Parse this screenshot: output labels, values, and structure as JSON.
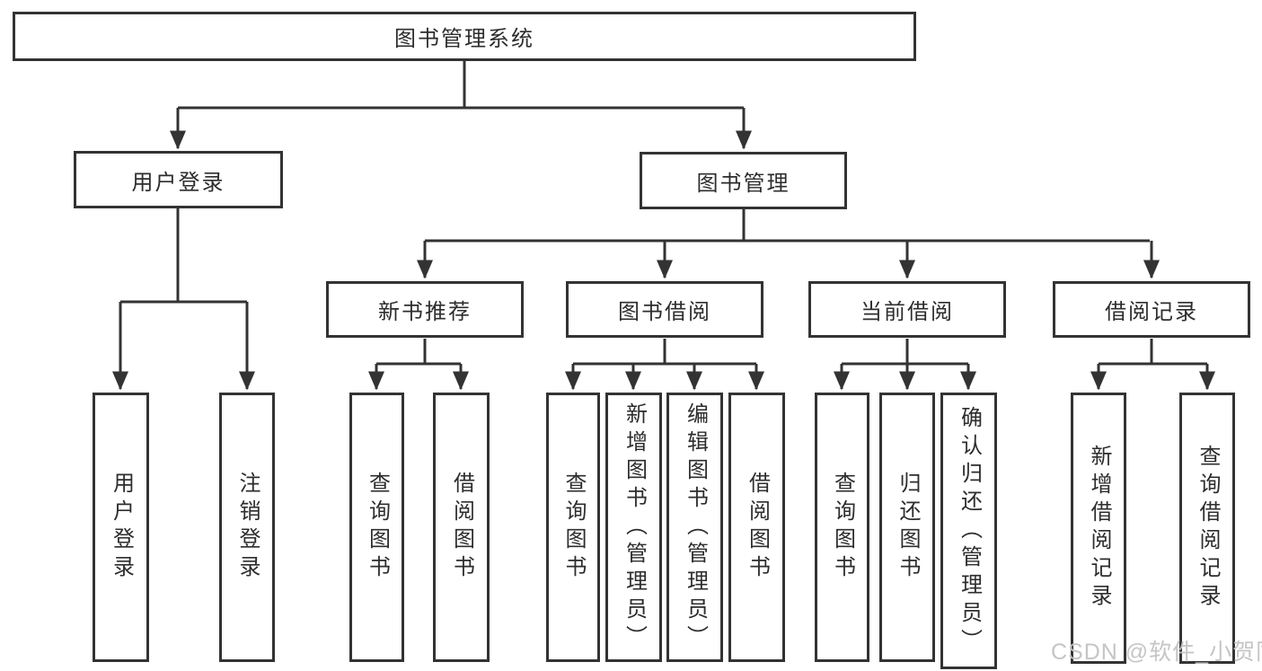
{
  "tree": {
    "label": "图书管理系统",
    "children": [
      {
        "label": "用户登录",
        "children": [
          {
            "label": "用户登录"
          },
          {
            "label": "注销登录"
          }
        ]
      },
      {
        "label": "图书管理",
        "children": [
          {
            "label": "新书推荐",
            "children": [
              {
                "label": "查询图书"
              },
              {
                "label": "借阅图书"
              }
            ]
          },
          {
            "label": "图书借阅",
            "children": [
              {
                "label": "查询图书"
              },
              {
                "label": "新增图书（管理员）"
              },
              {
                "label": "编辑图书（管理员）"
              },
              {
                "label": "借阅图书"
              }
            ]
          },
          {
            "label": "当前借阅",
            "children": [
              {
                "label": "查询图书"
              },
              {
                "label": "归还图书"
              },
              {
                "label": "确认归还（管理员）"
              }
            ]
          },
          {
            "label": "借阅记录",
            "children": [
              {
                "label": "新增借阅记录"
              },
              {
                "label": "查询借阅记录"
              }
            ]
          }
        ]
      }
    ]
  },
  "watermark": {
    "text": "CSDN @软件_小贺同学"
  },
  "colors": {
    "line": "#333333",
    "text": "#2d2d2d",
    "watermark": "#c2c2c2",
    "background": "#ffffff"
  }
}
